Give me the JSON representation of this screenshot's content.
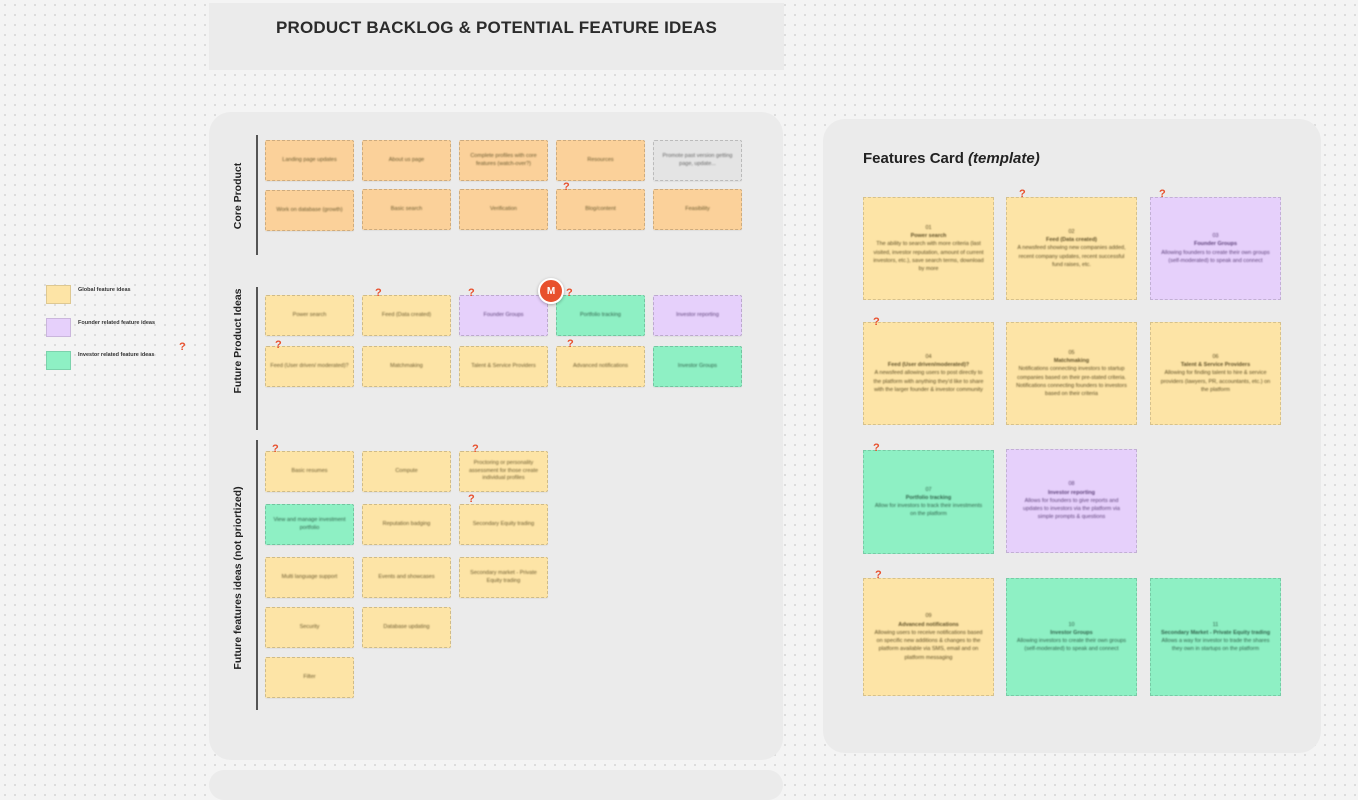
{
  "board_title": "PRODUCT BACKLOG & POTENTIAL FEATURE IDEAS",
  "sections": {
    "core_product": "Core Product",
    "future_product_ideas": "Future Product Ideas",
    "future_features_ideas": "Future features ideas (not priortized)"
  },
  "legend": {
    "global": "Global feature ideas",
    "founder": "Founder related feature ideas",
    "investor": "Investor related feature ideas"
  },
  "collaborator_avatar": "M",
  "question_mark": "?",
  "colors": {
    "global": "#fde4a6",
    "core": "#fbd19a",
    "founder": "#e6d0fb",
    "investor": "#8ef0c4",
    "grey": "#e4e4e4",
    "accent": "#e8502d"
  },
  "core_stickies": [
    "Landing page updates",
    "About us page",
    "Complete profiles with core features (watch-over?)",
    "Resources",
    "Promote past version getting page, update...",
    "Work on database (growth)",
    "Basic search",
    "Verification",
    "Blog/content",
    "Feasibility"
  ],
  "future_product_stickies": [
    "Power search",
    "Feed (Data created)",
    "Founder Groups",
    "Portfolio tracking",
    "Investor reporting",
    "Feed (User driven/ moderated)?",
    "Matchmaking",
    "Talent & Service Providers",
    "Advanced notifications",
    "Investor Groups"
  ],
  "future_features_stickies": [
    "Basic resumes",
    "Compute",
    "Proctoring or personality assessment for those create individual profiles",
    "View and manage investment portfolio",
    "Reputation badging",
    "Secondary Equity trading",
    "Multi language support",
    "Events and showcases",
    "Secondary market - Private Equity trading",
    "Security",
    "Database updating",
    "Filter"
  ],
  "features_card": {
    "title": "Features Card",
    "title_suffix": "(template)",
    "cards": [
      {
        "num": "01",
        "title": "Power search",
        "desc": "The ability to search with more criteria (last visited, investor reputation, amount of current investors, etc.), save search terms, download by more"
      },
      {
        "num": "02",
        "title": "Feed (Data created)",
        "desc": "A newsfeed showing new companies added, recent company updates, recent successful fund raises, etc."
      },
      {
        "num": "03",
        "title": "Founder Groups",
        "desc": "Allowing founders to create their own groups (self-moderated) to speak and connect"
      },
      {
        "num": "04",
        "title": "Feed (User driven/moderated)?",
        "desc": "A newsfeed allowing users to post directly to the platform with anything they'd like to share with the larger founder & investor community"
      },
      {
        "num": "05",
        "title": "Matchmaking",
        "desc": "Notifications connecting investors to startup companies based on their pre-stated criteria. Notifications connecting founders to investors based on their criteria"
      },
      {
        "num": "06",
        "title": "Talent & Service Providers",
        "desc": "Allowing for finding talent to hire & service providers (lawyers, PR, accountants, etc.) on the platform"
      },
      {
        "num": "07",
        "title": "Portfolio tracking",
        "desc": "Allow for investors to track their investments on the platform"
      },
      {
        "num": "08",
        "title": "Investor reporting",
        "desc": "Allows for founders to give reports and updates to investors via the platform via simple prompts & questions"
      },
      {
        "num": "09",
        "title": "Advanced notifications",
        "desc": "Allowing users to receive notifications based on specific new additions & changes to the platform available via SMS, email and on platform messaging"
      },
      {
        "num": "10",
        "title": "Investor Groups",
        "desc": "Allowing investors to create their own groups (self-moderated) to speak and connect"
      },
      {
        "num": "11",
        "title": "Secondary Market - Private Equity trading",
        "desc": "Allows a way for investor to trade the shares they own in startups on the platform"
      }
    ]
  }
}
